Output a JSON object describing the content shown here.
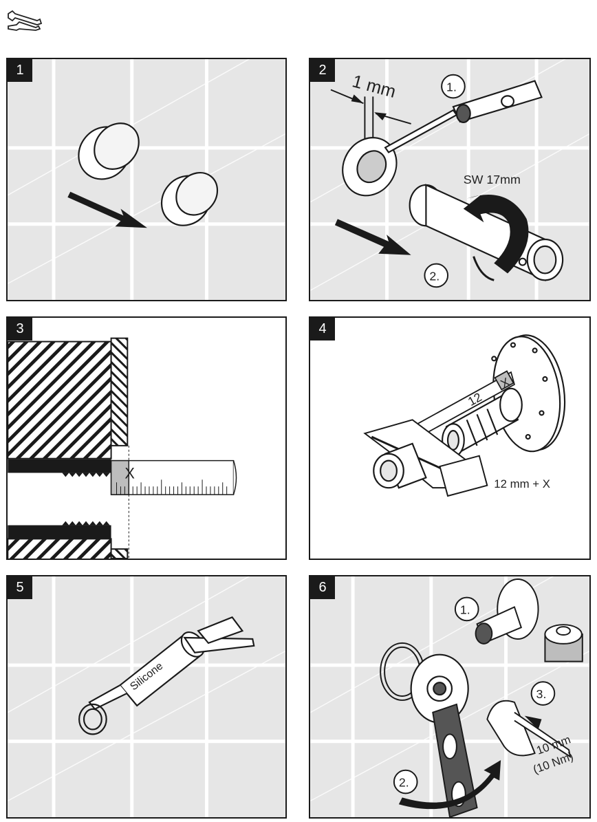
{
  "header": {
    "icon": "wrench-screwdriver-icon"
  },
  "steps": [
    {
      "number": "1",
      "labels": {}
    },
    {
      "number": "2",
      "labels": {
        "gap": "1 mm",
        "sub1": "1.",
        "sub2": "2.",
        "wrench": "SW 17mm"
      }
    },
    {
      "number": "3",
      "labels": {
        "marker": "X"
      }
    },
    {
      "number": "4",
      "labels": {
        "scale": "12",
        "marker": "X",
        "cut": "12 mm + X"
      }
    },
    {
      "number": "5",
      "labels": {
        "tube": "Silicone"
      }
    },
    {
      "number": "6",
      "labels": {
        "sub1": "1.",
        "sub2": "2.",
        "sub3": "3.",
        "torque": "10 mm",
        "torque_nm": "(10 Nm)"
      }
    }
  ],
  "colors": {
    "wall": "#e6e6e6",
    "grout": "#ffffff",
    "ink": "#1a1a1a"
  }
}
